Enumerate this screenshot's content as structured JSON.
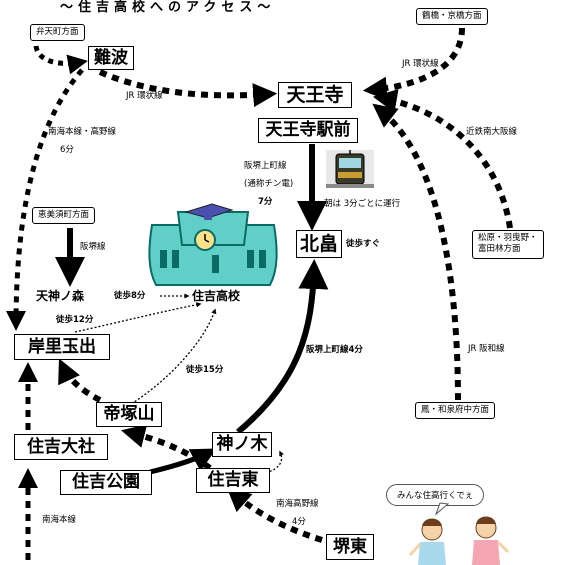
{
  "title": "～住吉高校へのアクセス～",
  "stations": {
    "namba": "難波",
    "tennoji": "天王寺",
    "tennoji_ekimae": "天王寺駅前",
    "kitabatake": "北畠",
    "kishinosato": "岸里玉出",
    "tezukayama": "帝塚山",
    "kaminoki": "神ノ木",
    "sumiyoshi_taisha": "住吉大社",
    "sumiyoshi_koen": "住吉公園",
    "sumiyoshi_higashi": "住吉東",
    "sakai_higashi": "堺東",
    "tenjinnomori": "天神ノ森",
    "school": "住吉高校"
  },
  "direction_boxes": {
    "benten": "弁天町方面",
    "tsuruhashi": "鶴橋・京橋方面",
    "ebisucho": "恵美須町方面",
    "matsubara_1": "松原・羽曳野・",
    "matsubara_2": "富田林方面",
    "otori": "鳳・和泉府中方面"
  },
  "line_labels": {
    "jr_kanjo_right": "JR 環状線",
    "jr_kanjo_left": "JR 環状線",
    "nankai_koya": "南海本線・高野線",
    "nankai_koya_time": "6分",
    "kintetsu": "近鉄南大阪線",
    "hankai_1": "阪堺上町線",
    "hankai_2": "(通称チン電)",
    "hankai_3": "7分",
    "asa": "朝は 3分ごとに運行",
    "walk_soon": "徒歩すぐ",
    "hankai_line": "阪堺線",
    "walk_8": "徒歩8分",
    "walk_12": "徒歩12分",
    "walk_15": "徒歩15分",
    "uemachi_4": "阪堺上町線4分",
    "jr_hanwa": "JR 阪和線",
    "nankai_honsen": "南海本線",
    "nankai_koya_2": "南海高野線",
    "koya_time": "4分"
  },
  "bubble": "みんな住高行くでぇ",
  "colors": {
    "line": "#000000",
    "school_body": "#5fcfc8",
    "school_roof": "#5fcfc8"
  }
}
